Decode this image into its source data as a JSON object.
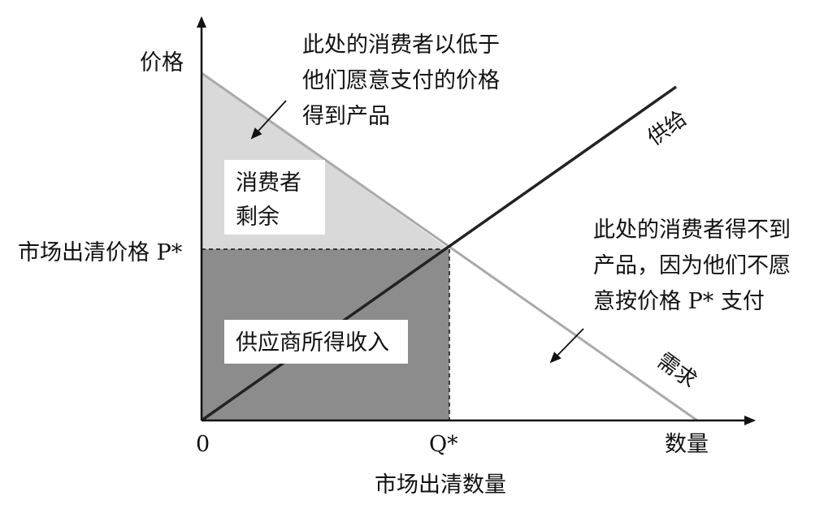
{
  "axes": {
    "y_label": "价格",
    "x_label": "数量",
    "origin_label": "0",
    "price_tick": "市场出清价格 P*",
    "qty_tick": "Q*",
    "x_caption": "市场出清数量"
  },
  "curves": {
    "supply": "供给",
    "demand": "需求"
  },
  "regions": {
    "consumer_surplus": [
      "消费者",
      "剩余"
    ],
    "supplier_revenue": "供应商所得收入"
  },
  "annotations": {
    "top": [
      "此处的消费者以低于",
      "他们愿意支付的价格",
      "得到产品"
    ],
    "right": [
      "此处的消费者得不到",
      "产品，因为他们不愿",
      "意按价格 P* 支付"
    ]
  },
  "colors": {
    "consumer_surplus_fill": "#d9d9d9",
    "revenue_fill": "#8c8c8c",
    "demand_line": "#aaaaaa",
    "supply_line": "#222222"
  }
}
